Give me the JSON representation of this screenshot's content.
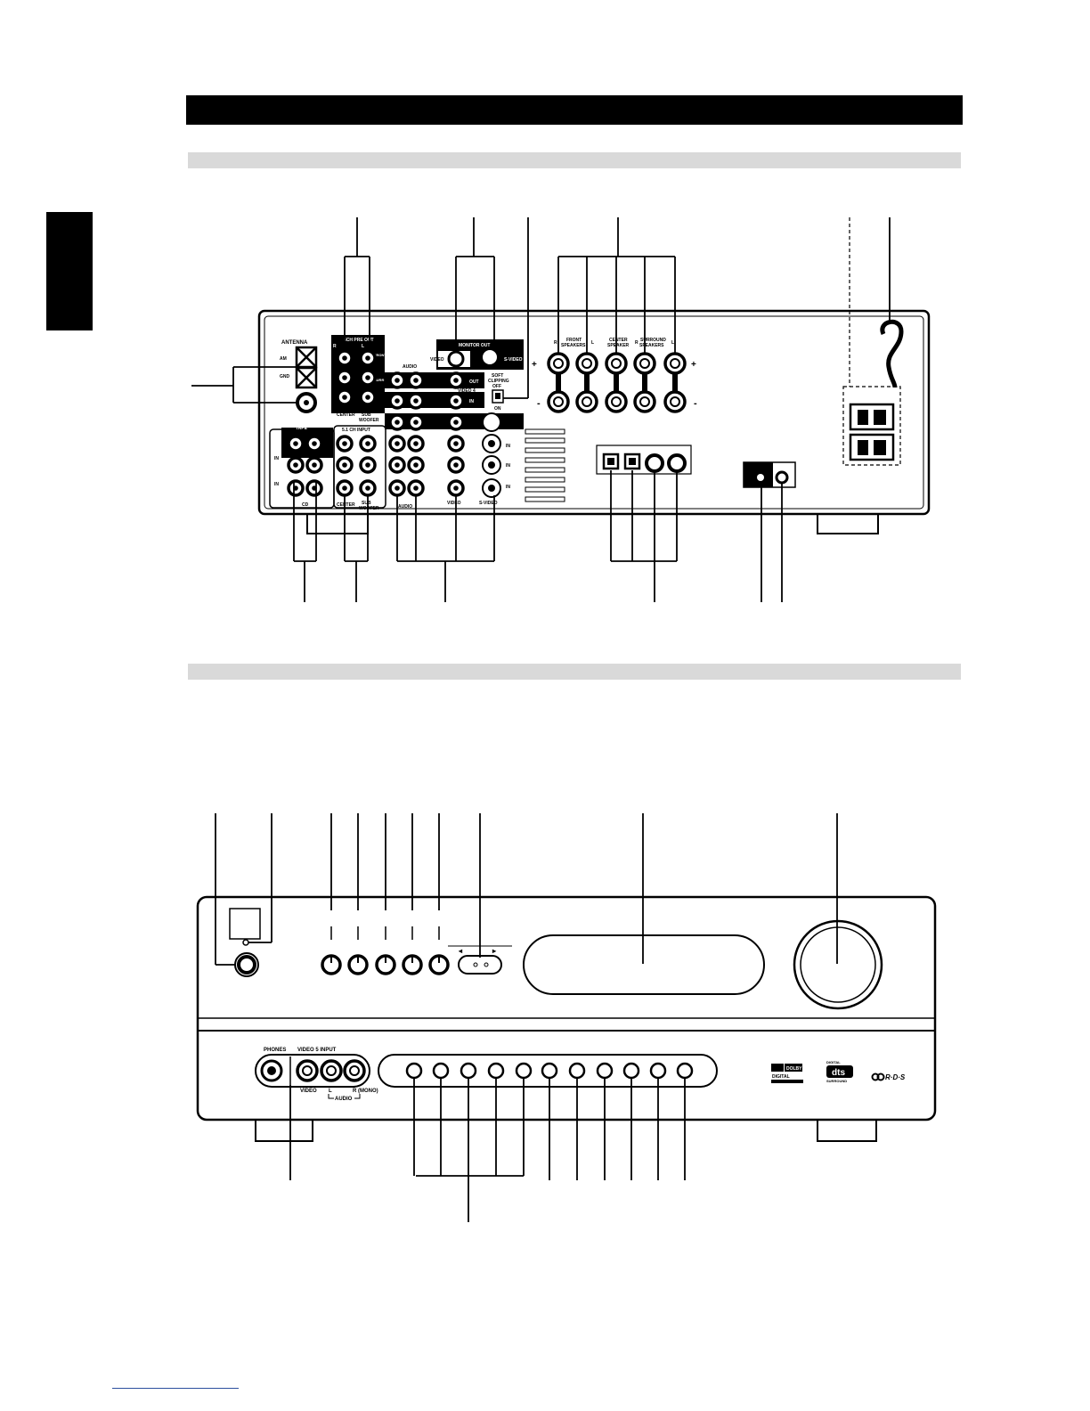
{
  "rear_panel": {
    "antenna": {
      "title": "ANTENNA",
      "am": "AM",
      "gnd": "GND"
    },
    "preout": {
      "title": "6CH PRE OUT",
      "r": "R",
      "l": "L",
      "front": "FRONT",
      "surr": "SURR",
      "center": "CENTER",
      "sub": "SUB",
      "woofer": "WOOFER"
    },
    "monitor_out": {
      "title": "MONITOR OUT",
      "video": "VIDEO",
      "svideo": "S-VIDEO"
    },
    "audio": "AUDIO",
    "out": "OUT",
    "in": "IN",
    "video4": "VIDEO 4",
    "soft_clipping": {
      "line1": "SOFT",
      "line2": "CLIPPING",
      "off": "OFF",
      "on": "ON"
    },
    "speakers": {
      "front": "FRONT",
      "center": "CENTER",
      "surround": "SURROUND",
      "speakers": "SPEAKERS",
      "speaker": "SPEAKER",
      "r": "R",
      "l": "L",
      "plus": "+",
      "minus": "-"
    },
    "tape": "TAPE",
    "cd": "CD",
    "ch_input": "5.1 CH INPUT",
    "bottom_labels": {
      "audio": "AUDIO",
      "video": "VIDEO",
      "svideo": "S-VIDEO"
    }
  },
  "front_panel": {
    "phones": "PHONES",
    "video5_input": "VIDEO 5  INPUT",
    "video": "VIDEO",
    "l": "L",
    "r_mono": "R (MONO)",
    "audio": "AUDIO",
    "dolby": {
      "brand": "DOLBY",
      "line2": "DIGITAL"
    },
    "dts": {
      "top": "DIGITAL",
      "mark": "dts",
      "bottom": "SURROUND"
    },
    "rds": "R·D·S"
  }
}
